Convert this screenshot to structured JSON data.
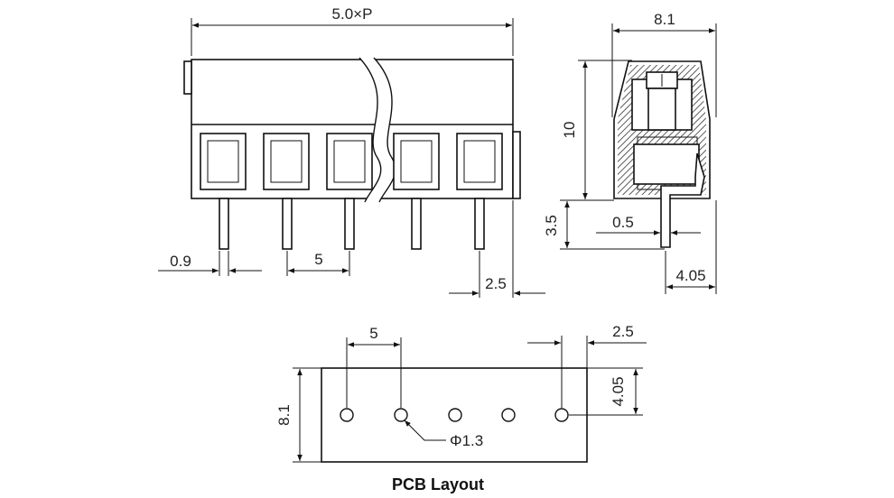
{
  "front_view": {
    "overall_length": "5.0×P",
    "pin_width": "0.9",
    "pitch": "5",
    "edge_offset": "2.5"
  },
  "side_view": {
    "width": "8.1",
    "height": "10",
    "pin_length": "3.5",
    "pin_thickness": "0.5",
    "pin_offset": "4.05"
  },
  "pcb_layout": {
    "title": "PCB Layout",
    "pitch": "5",
    "edge_offset": "2.5",
    "width": "8.1",
    "hole_offset": "4.05",
    "hole_diameter": "Φ1.3"
  }
}
